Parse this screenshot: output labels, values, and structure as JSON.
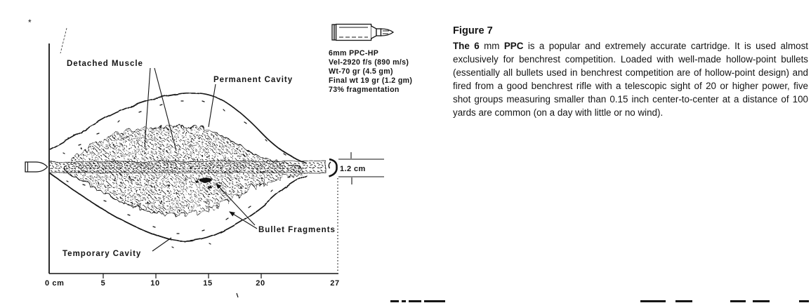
{
  "diagram": {
    "labels": {
      "detached_muscle": "Detached Muscle",
      "permanent_cavity": "Permanent Cavity",
      "temporary_cavity": "Temporary Cavity",
      "bullet_fragments": "Bullet Fragments"
    },
    "exit_diameter_label": "1.2 cm",
    "axis_ticks": [
      "0 cm",
      "5",
      "10",
      "15",
      "20",
      "27"
    ],
    "marginalia_mark": "*",
    "icons": {
      "entry_projectile": "bullet-icon",
      "exit_splash": "exit-splash-icon"
    }
  },
  "cartridge_panel": {
    "icon": "rifle-cartridge-icon",
    "name": "6mm PPC-HP",
    "lines": [
      "Vel-2920 f/s (890 m/s)",
      "Wt-70 gr (4.5 gm)",
      "Final wt 19 gr (1.2 gm)",
      "73% fragmentation"
    ]
  },
  "caption": {
    "title": "Figure 7",
    "intro_bold": "The 6",
    "intro_mid": " mm ",
    "intro_bold2": "PPC",
    "body": " is a popular and extremely accurate cartridge. It is used almost exclusively for benchrest competition. Loaded with well-made hollow-point bullets (essentially all bullets used in benchrest competition are of hollow-point design) and fired from a good benchrest rifle with a telescopic sight of 20 or higher power, five shot groups measuring smaller than 0.15 inch center-to-center at a distance of 100 yards are common (on a day with little or no wind)."
  },
  "colors": {
    "ink": "#141414",
    "paper": "#ffffff"
  }
}
